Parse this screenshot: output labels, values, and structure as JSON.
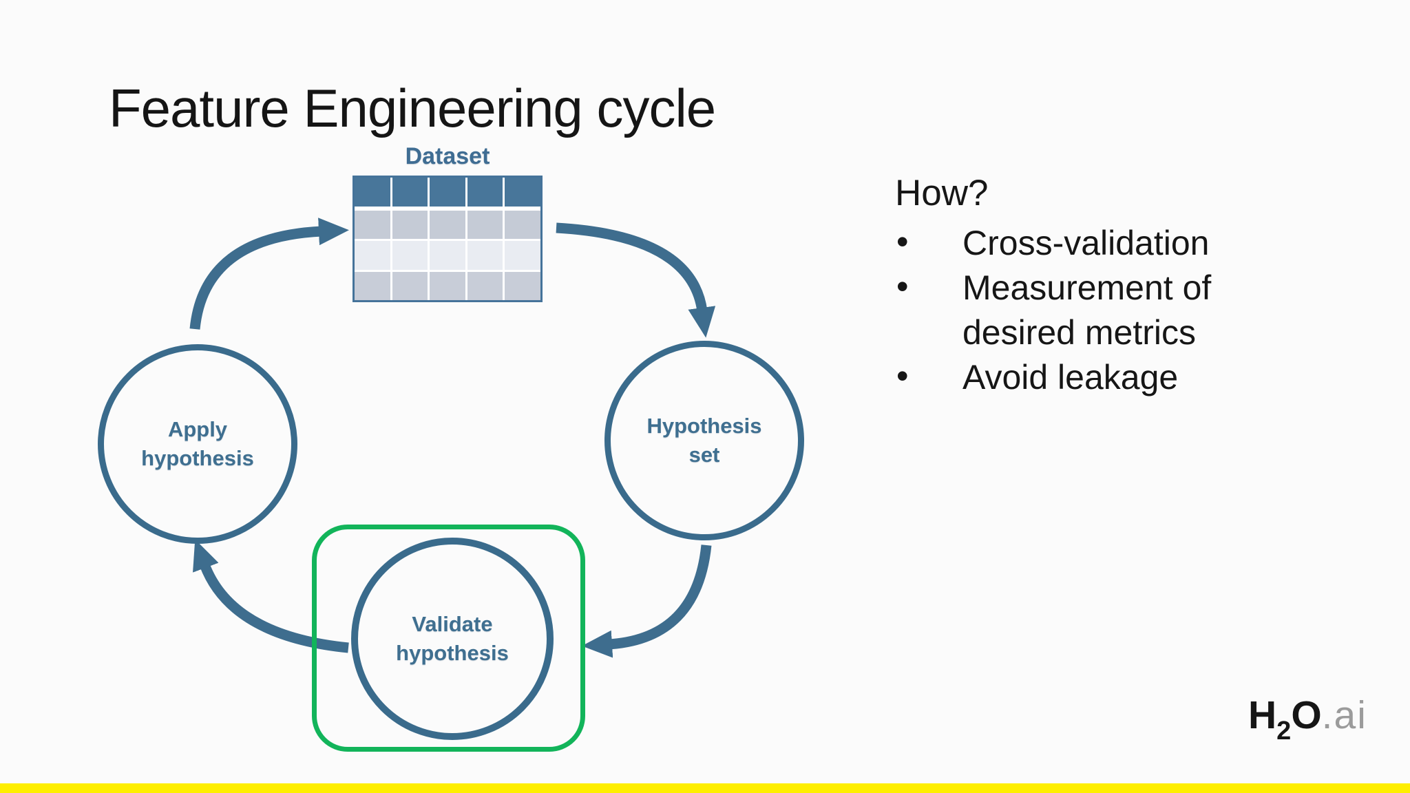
{
  "slide_title": "Feature Engineering cycle",
  "diagram": {
    "dataset_label": "Dataset",
    "table": {
      "columns": 5,
      "body_rows": 3
    },
    "nodes": {
      "hypothesis_set": "Hypothesis\nset",
      "validate_hypothesis": "Validate\nhypothesis",
      "apply_hypothesis": "Apply\nhypothesis"
    }
  },
  "how_section": {
    "heading": "How?",
    "bullets": [
      "Cross-validation",
      "Measurement of desired metrics",
      "Avoid leakage"
    ]
  },
  "logo": {
    "h": "H",
    "sub": "2",
    "o": "O",
    "suffix": ".ai"
  },
  "colors": {
    "accent_blue": "#3e6d8e",
    "table_header_blue": "#48769a",
    "table_row_gray_dark": "#c5cbd6",
    "table_row_gray_light": "#e9ecf2",
    "node_text_blue": "#3f6f90",
    "highlight_green": "#12b45a",
    "footer_yellow": "#feee00",
    "logo_gray": "#9b9b9b"
  }
}
